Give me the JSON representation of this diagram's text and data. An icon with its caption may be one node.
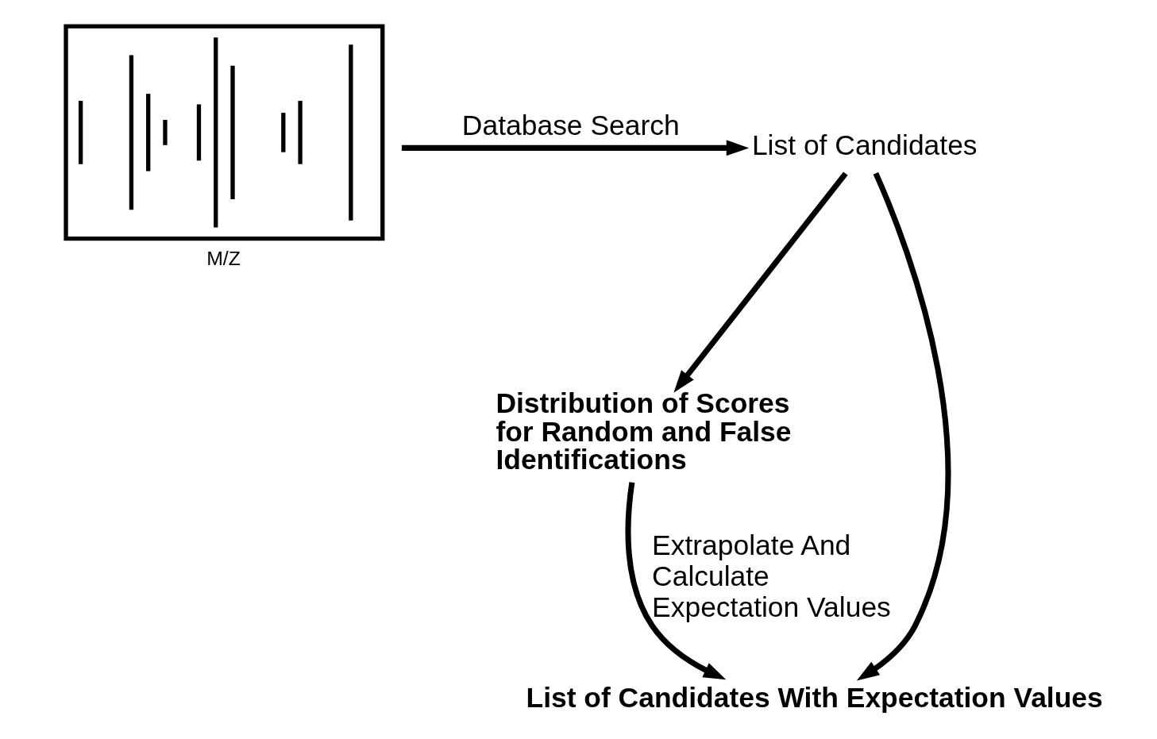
{
  "diagram": {
    "nodes": [
      {
        "text": [],
        "shape": "picture",
        "beside": [
          "M/Z"
        ]
      },
      {
        "text": [
          "List of Candidates"
        ]
      },
      {
        "text": [
          "Distribution of Scores for Random and False Identifications"
        ]
      },
      {
        "text": [
          "List of Candidates With Expectation Values"
        ]
      }
    ],
    "edges": [
      {
        "from": 0,
        "to": 1,
        "arrow": "to",
        "label": "Database Search"
      },
      {
        "from": 1,
        "to": 2,
        "arrow": "to"
      },
      {
        "from": 2,
        "to": 3,
        "arrow": "to",
        "label": "Extrapolate And Calculate Expectation Values"
      },
      {
        "from": 1,
        "to": 3,
        "arrow": "to"
      }
    ]
  }
}
